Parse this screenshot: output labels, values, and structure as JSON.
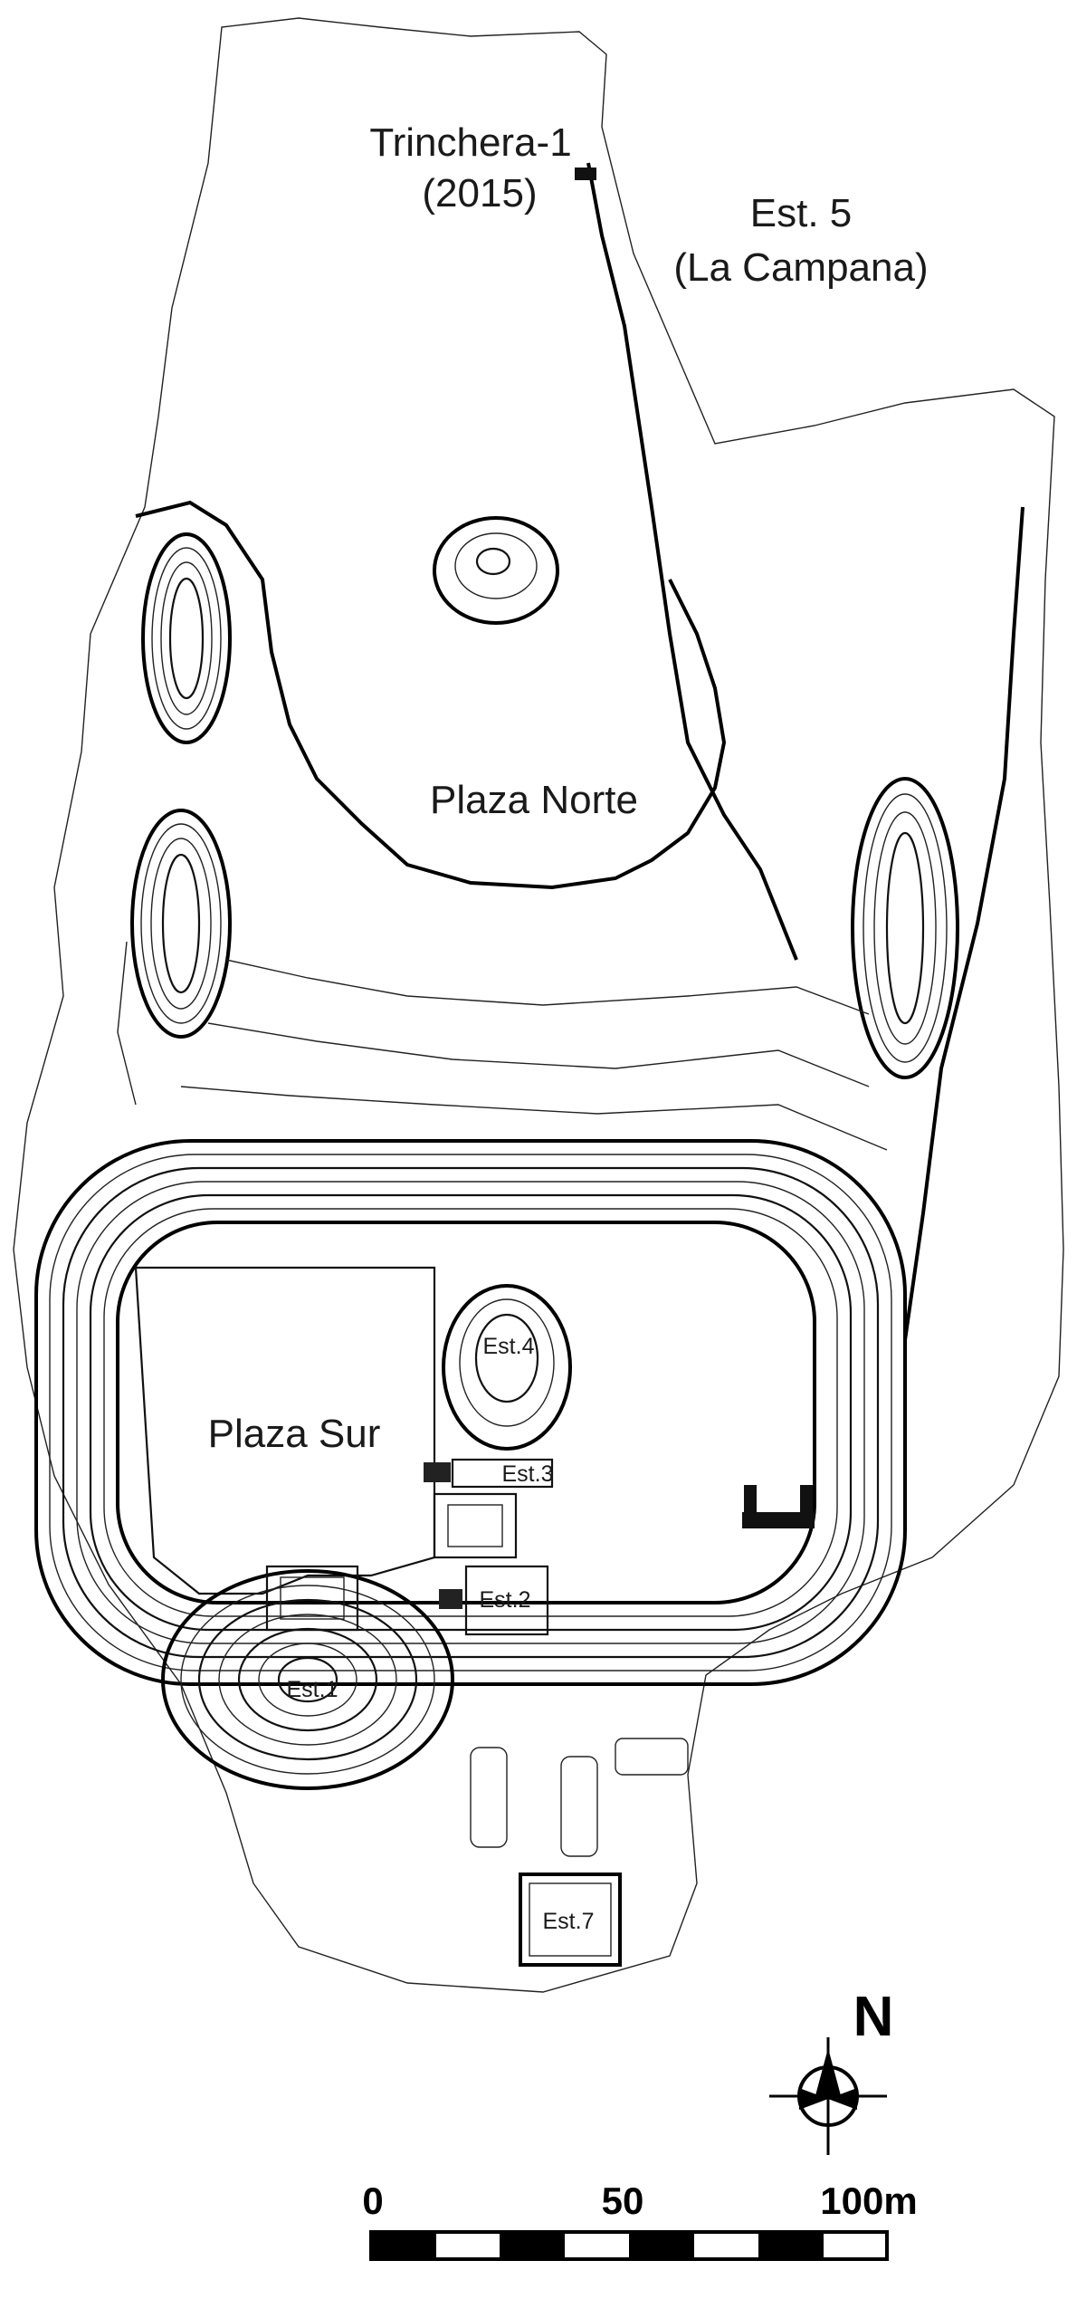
{
  "labels": {
    "trench": "Trinchera-1",
    "trench_year": "(2015)",
    "structure5": "Est. 5",
    "structure5_name": "(La Campana)",
    "plaza_north": "Plaza Norte",
    "plaza_south": "Plaza Sur",
    "est1": "Est.1",
    "est2": "Est.2",
    "est3": "Est.3",
    "est4": "Est.4",
    "est7": "Est.7"
  },
  "north_arrow": {
    "letter": "N"
  },
  "scale_bar": {
    "ticks": [
      "0",
      "50",
      "100m"
    ],
    "segments": 8
  },
  "colors": {
    "line": "#000000",
    "background": "#ffffff"
  }
}
